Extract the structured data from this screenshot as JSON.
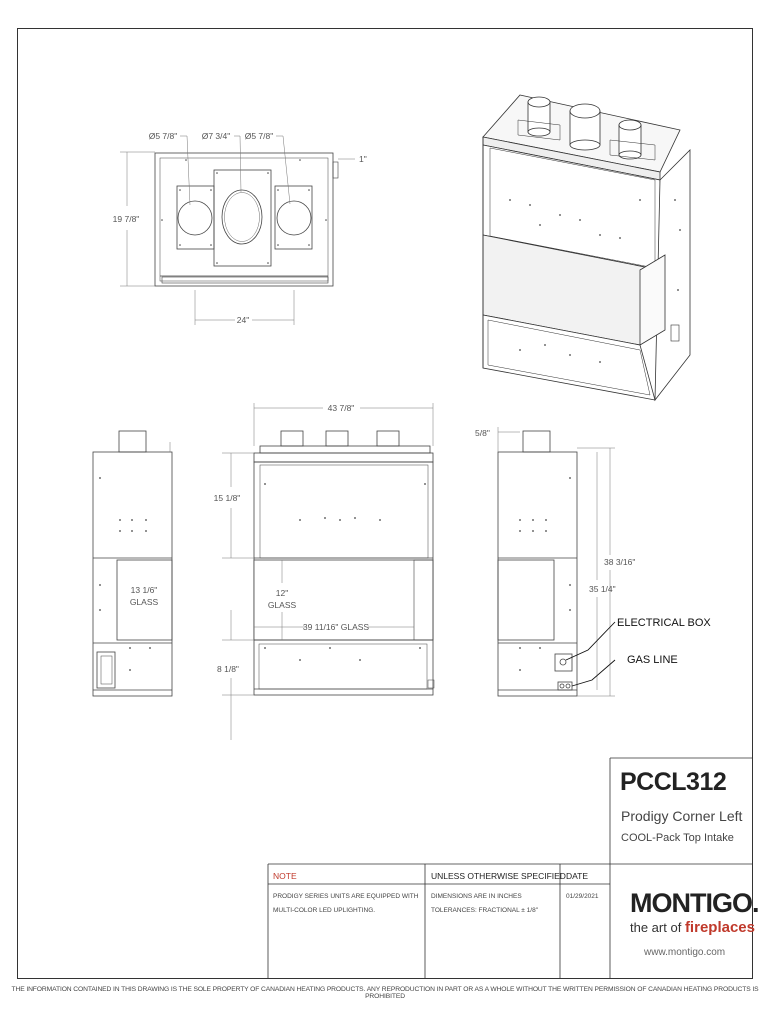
{
  "drawing": {
    "dimensions": {
      "flue_left": "Ø5 7/8\"",
      "flue_center": "Ø7 3/4\"",
      "flue_right": "Ø5 7/8\"",
      "offset_top": "1\"",
      "height_top_view": "19 7/8\"",
      "flue_spacing": "24\"",
      "overall_width": "43 7/8\"",
      "upper_panel": "15 1/8\"",
      "glass_height_front": "12\"",
      "glass_label": "GLASS",
      "glass_width": "39 11/16\" GLASS",
      "lower_panel": "8 1/8\"",
      "side_glass": "13 1/6\"",
      "side_offset": "5/8\"",
      "overall_height": "38 3/16\"",
      "electrical_height": "35 1/4\""
    },
    "callouts": {
      "electrical_box": "ELECTRICAL BOX",
      "gas_line": "GAS LINE"
    }
  },
  "title_block": {
    "model": "PCCL312",
    "name": "Prodigy Corner Left",
    "variant": "COOL-Pack Top Intake",
    "note_header": "NOTE",
    "spec_header": "UNLESS OTHERWISE SPECIFIED",
    "date_header": "DATE",
    "note_line1": "PRODIGY SERIES UNITS ARE EQUIPPED WITH",
    "note_line2": "MULTI-COLOR LED UPLIGHTING.",
    "spec_line1": "DIMENSIONS ARE IN INCHES",
    "spec_line2": "TOLERANCES:  FRACTIONAL  ± 1/8\"",
    "date": "01/29/2021",
    "brand": "MONTIGO.",
    "tagline_prefix": "the art of",
    "tagline_accent": "fireplaces",
    "website": "www.montigo.com"
  },
  "footer": "THE INFORMATION CONTAINED IN THIS DRAWING IS THE SOLE PROPERTY OF CANADIAN HEATING PRODUCTS.   ANY REPRODUCTION IN PART OR AS A WHOLE WITHOUT THE WRITTEN PERMISSION OF CANADIAN HEATING PRODUCTS IS PROHIBITED"
}
